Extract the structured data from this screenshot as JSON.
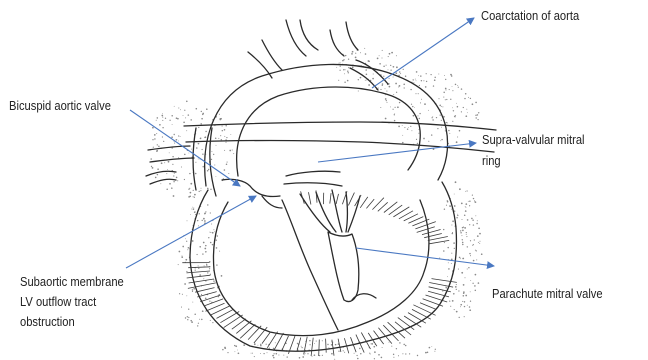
{
  "labels": {
    "coarctation": "Coarctation of aorta",
    "bicuspid": "Bicuspid aortic valve",
    "supravalvular_line1": "Supra-valvular mitral",
    "supravalvular_line2": "ring",
    "subaortic_line1": "Subaortic membrane",
    "subaortic_line2": "LV outflow tract",
    "subaortic_line3": "obstruction",
    "parachute": "Parachute mitral valve"
  },
  "colors": {
    "arrow": "#4a78c2",
    "ink": "#2a2a2a",
    "stipple": "#8a8a8a",
    "text": "#222222"
  }
}
